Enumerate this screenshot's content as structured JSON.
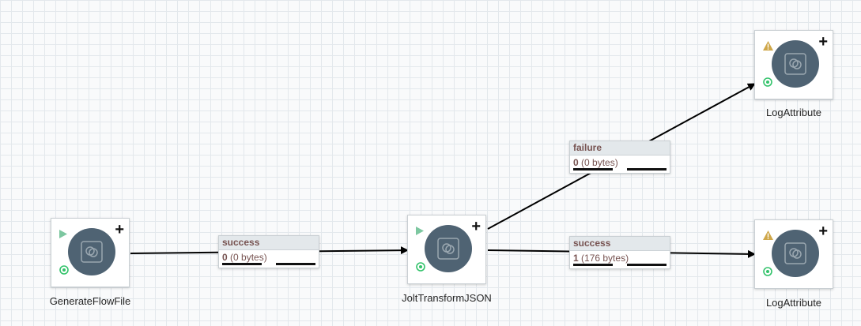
{
  "canvas": {
    "grid_color": "#e3e8ec",
    "background": "#f9fafb"
  },
  "processors": [
    {
      "id": "generate",
      "name": "GenerateFlowFile",
      "state": "running",
      "state_icon": "play-icon",
      "bulletin_icon": "bulletin-icon"
    },
    {
      "id": "jolt",
      "name": "JoltTransformJSON",
      "state": "running",
      "state_icon": "play-icon",
      "bulletin_icon": "bulletin-icon"
    },
    {
      "id": "log-top",
      "name": "LogAttribute",
      "state": "invalid",
      "state_icon": "warning-icon",
      "bulletin_icon": "bulletin-icon"
    },
    {
      "id": "log-bottom",
      "name": "LogAttribute",
      "state": "invalid",
      "state_icon": "warning-icon",
      "bulletin_icon": "bulletin-icon"
    }
  ],
  "connections": [
    {
      "id": "conn-success-1",
      "relationship": "success",
      "queued_count": "0",
      "queued_size": "(0 bytes)"
    },
    {
      "id": "conn-failure",
      "relationship": "failure",
      "queued_count": "0",
      "queued_size": "(0 bytes)"
    },
    {
      "id": "conn-success-2",
      "relationship": "success",
      "queued_count": "1",
      "queued_size": "(176 bytes)"
    }
  ],
  "colors": {
    "running": "#7dc7a0",
    "warning": "#cfa74a",
    "processor_circle": "#4f6373",
    "relationship_text": "#775351",
    "add_icon": "#111111"
  }
}
